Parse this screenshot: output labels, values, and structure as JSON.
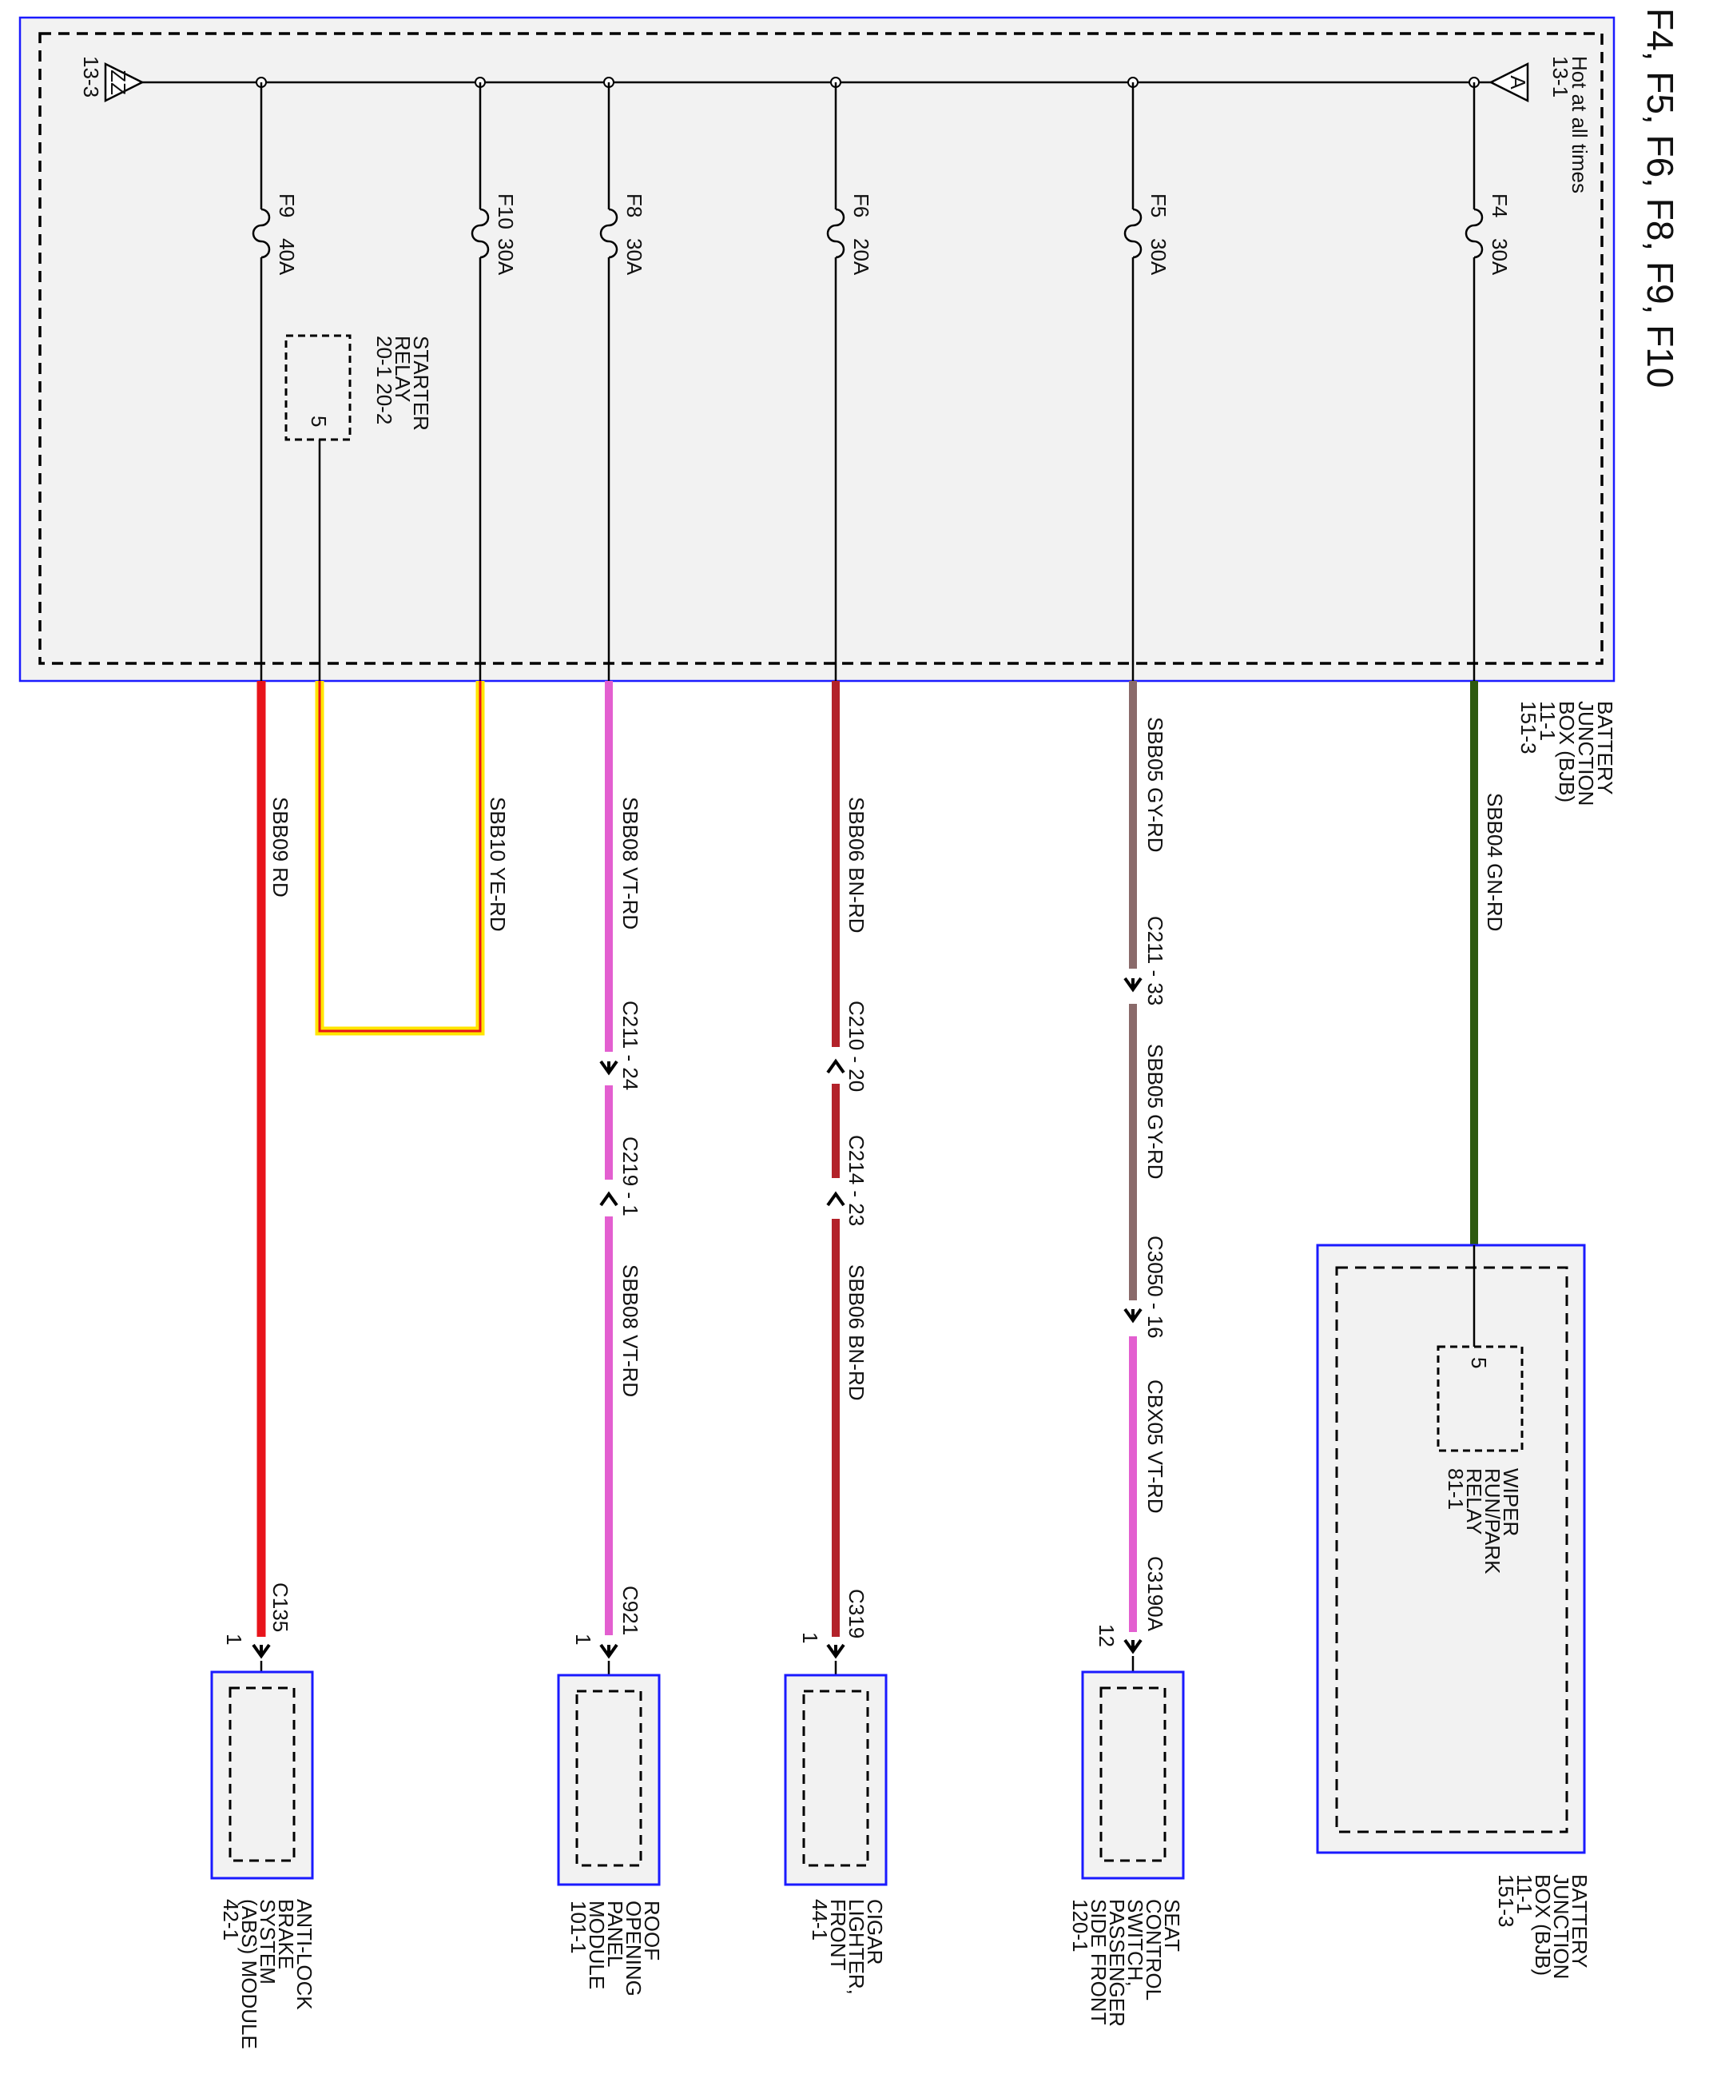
{
  "title": "F4, F5, F6, F8, F9, F10",
  "bjb": {
    "hot_label": "Hot at all times",
    "conn_a_ref": "13-1",
    "conn_a_sym": "A",
    "conn_z_ref": "13-3",
    "conn_z_sym": "ZZ",
    "name": [
      "BATTERY",
      "JUNCTION",
      "BOX (BJB)",
      "11-1",
      "151-3"
    ]
  },
  "starter_relay": {
    "name": [
      "STARTER",
      "RELAY",
      "20-1  20-2"
    ],
    "pin": "5"
  },
  "fuses": [
    {
      "id": "F4",
      "rating": "30A"
    },
    {
      "id": "F5",
      "rating": "30A"
    },
    {
      "id": "F6",
      "rating": "20A"
    },
    {
      "id": "F8",
      "rating": "30A"
    },
    {
      "id": "F10",
      "rating": "30A"
    },
    {
      "id": "F9",
      "rating": "40A"
    }
  ],
  "wires": {
    "f4": {
      "label": "SBB04   GN-RD",
      "color": "#2d5a10"
    },
    "f5": {
      "seg1": "SBB05   GY-RD",
      "conn1": "C211  -  33",
      "seg2": "SBB05    GY-RD",
      "conn2": "C3050  -  16",
      "seg3": "CBX05      VT-RD",
      "end_conn": "C3190A",
      "end_pin": "12",
      "color1": "#8a6a6a",
      "color2": "#e35fd0"
    },
    "f6": {
      "seg1": "SBB06   BN-RD",
      "conn1": "C210 - 20",
      "conn2": "C214  -  23",
      "seg3": "SBB06        BN-RD",
      "end_conn": "C319",
      "end_pin": "1",
      "color": "#b3222a"
    },
    "f8": {
      "seg1": "SBB08   VT-RD",
      "conn1": "C211 - 24",
      "conn2": "C219 - 1",
      "seg3": "SBB08          VT-RD",
      "end_conn": "C921",
      "end_pin": "1",
      "color": "#e35fd0"
    },
    "f10": {
      "label": "SBB10   YE-RD",
      "color": "#ffe600"
    },
    "f9": {
      "label": "SBB09   RD",
      "end_conn": "C135",
      "end_pin": "1",
      "color": "#e8141b"
    }
  },
  "modules": {
    "bjb2": {
      "name": [
        "BATTERY",
        "JUNCTION",
        "BOX (BJB)",
        "11-1",
        "151-3"
      ]
    },
    "wiper": {
      "name": [
        "WIPER",
        "RUN/PARK",
        "RELAY",
        "81-1"
      ],
      "pin": "5"
    },
    "seat": {
      "name": [
        "SEAT",
        "CONTROL",
        "SWITCH,",
        "PASSENGER",
        "SIDE FRONT",
        "120-1"
      ]
    },
    "cigar": {
      "name": [
        "CIGAR",
        "LIGHTER,",
        "FRONT",
        "44-1"
      ]
    },
    "roof": {
      "name": [
        "ROOF",
        "OPENING",
        "PANEL",
        "MODULE",
        "101-1"
      ]
    },
    "abs": {
      "name": [
        "ANTI-LOCK",
        "BRAKE",
        "SYSTEM",
        "(ABS) MODULE",
        "42-1"
      ]
    }
  }
}
